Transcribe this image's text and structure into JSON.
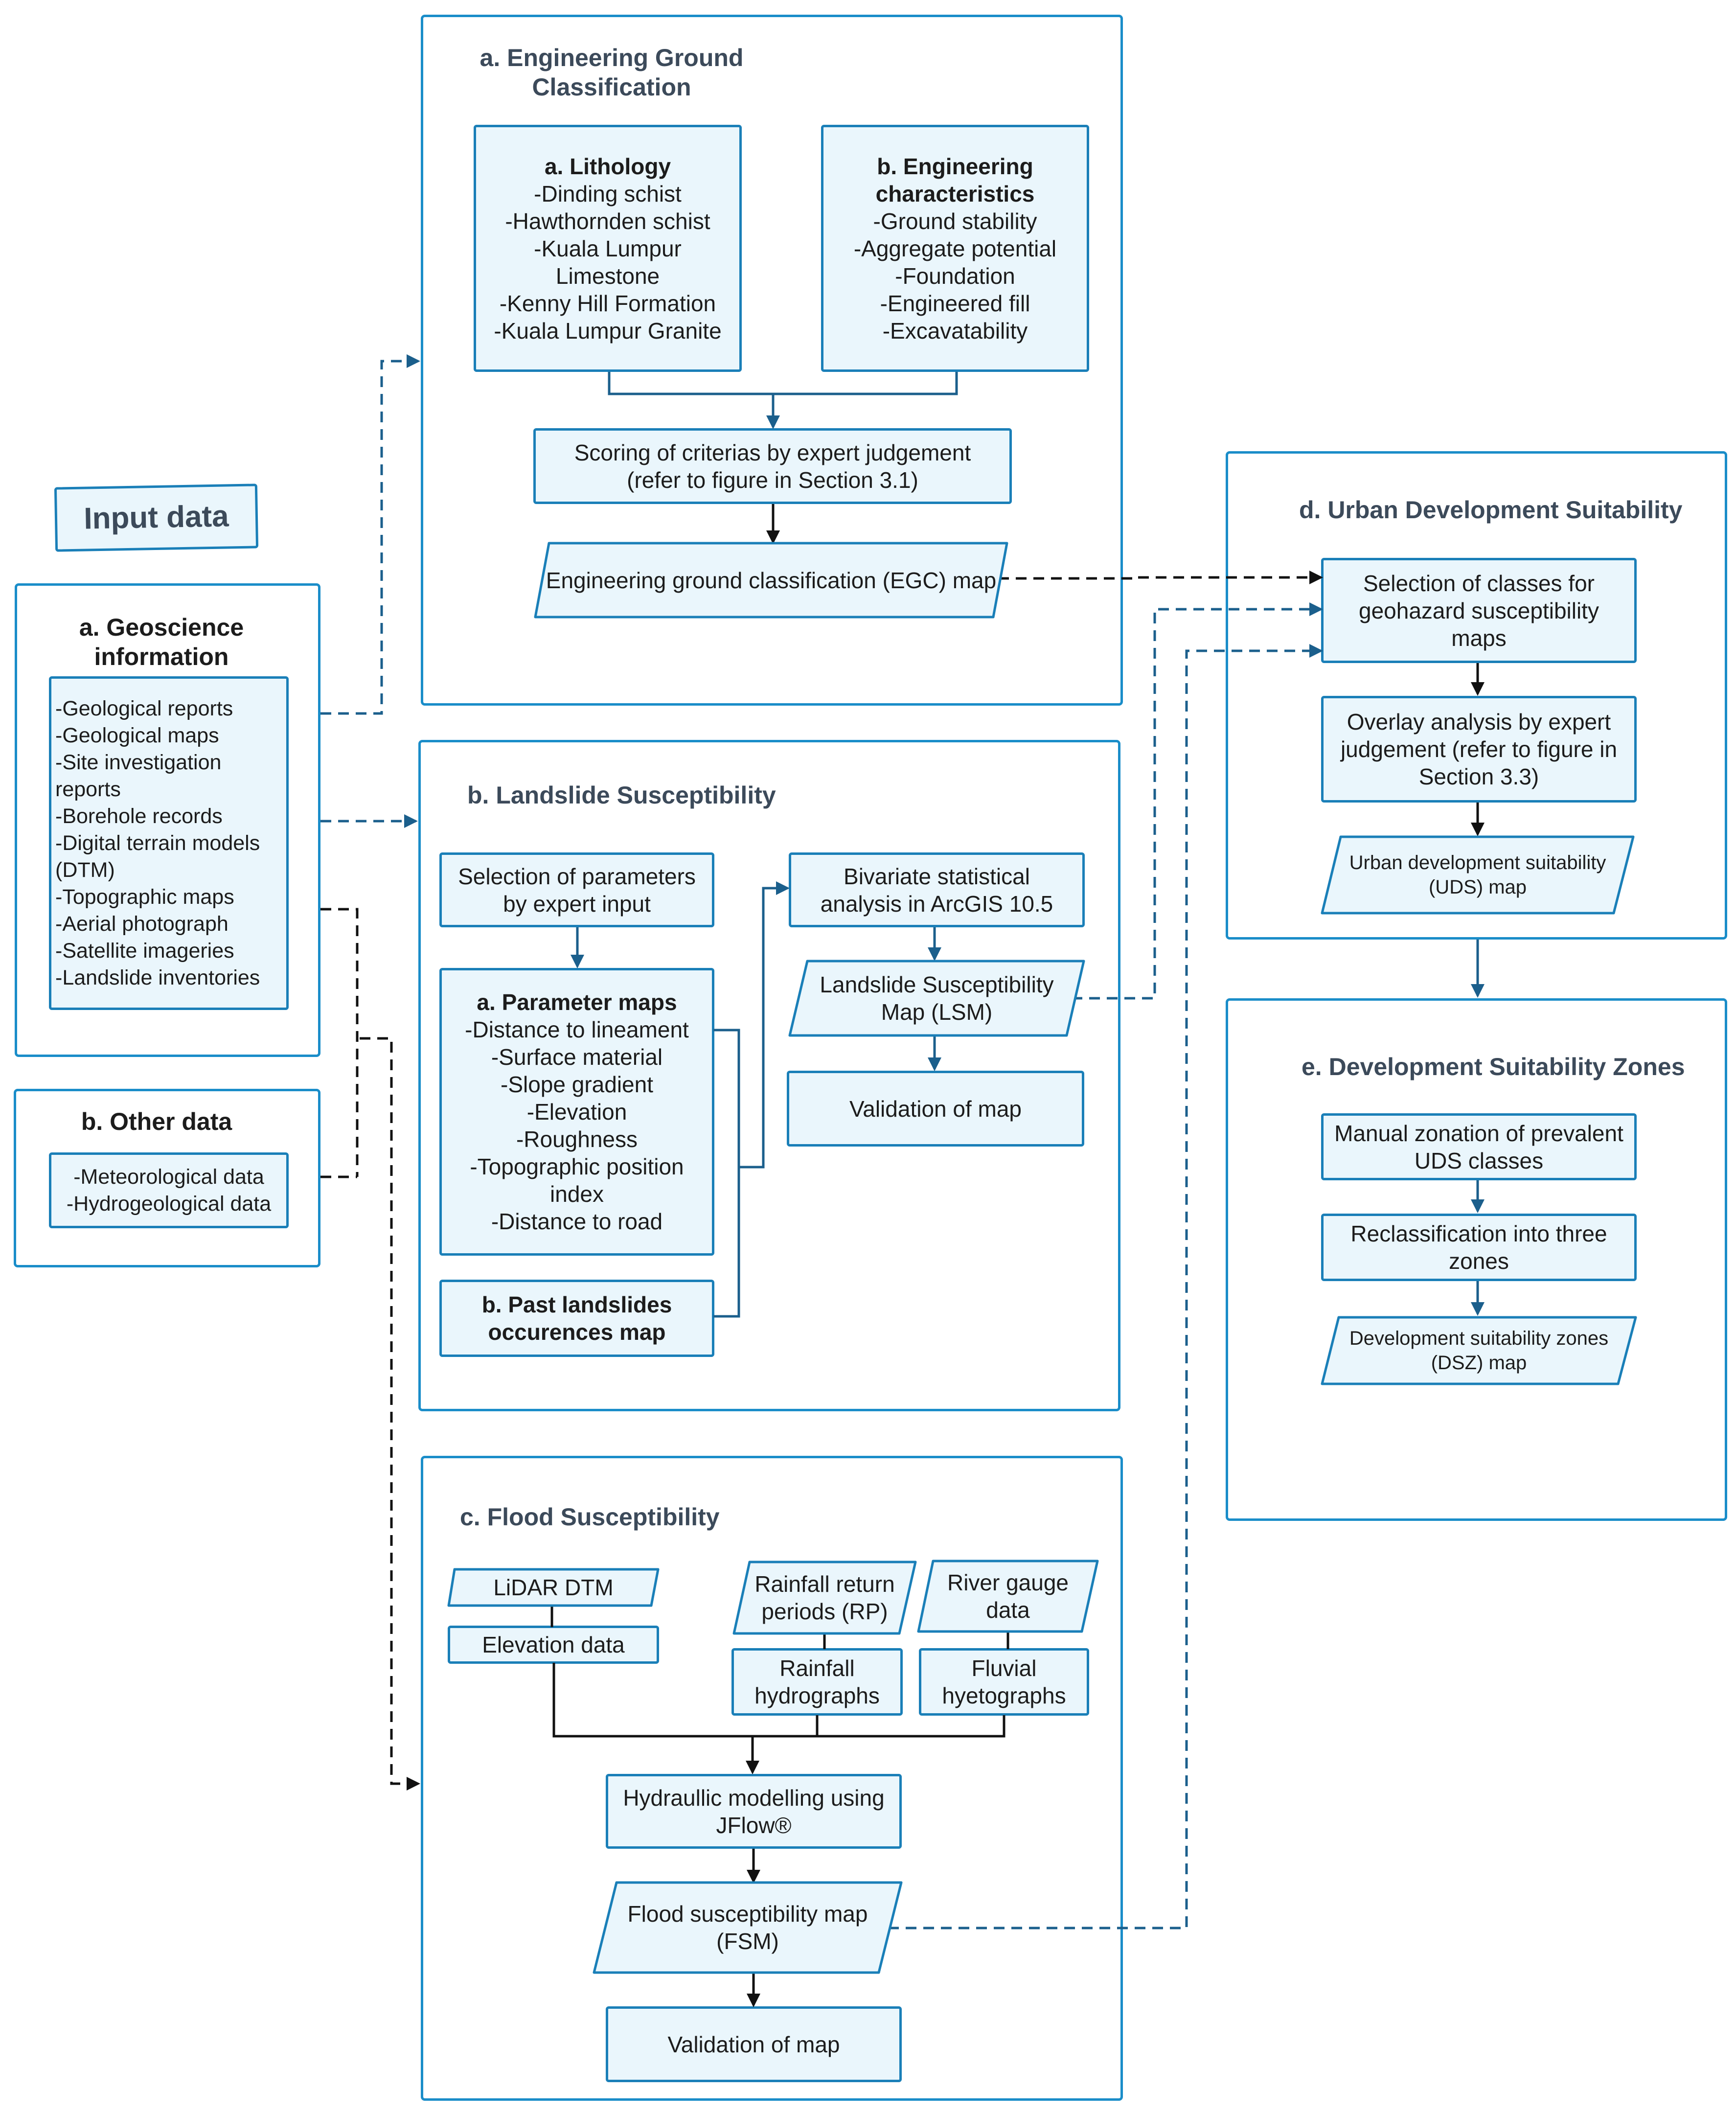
{
  "input": {
    "title": "Input data",
    "geoscience": {
      "title": "a. Geoscience information",
      "items": [
        "-Geological reports",
        "-Geological maps",
        "-Site investigation",
        "reports",
        "-Borehole records",
        "-Digital terrain models",
        "(DTM)",
        "-Topographic maps",
        "-Aerial photograph",
        "-Satellite imageries",
        "-Landslide inventories"
      ]
    },
    "other": {
      "title": "b. Other data",
      "items": [
        "-Meteorological data",
        "-Hydrogeological data"
      ]
    }
  },
  "egc": {
    "title": "a. Engineering Ground Classification",
    "lithology": {
      "title": "a. Lithology",
      "items": [
        "-Dinding schist",
        "-Hawthornden schist",
        "-Kuala Lumpur",
        "Limestone",
        "-Kenny Hill Formation",
        "-Kuala Lumpur Granite"
      ]
    },
    "engineering": {
      "title": "b. Engineering characteristics",
      "items": [
        "-Ground stability",
        "-Aggregate potential",
        "-Foundation",
        "-Engineered fill",
        "-Excavatability"
      ]
    },
    "scoring": [
      "Scoring of criterias by expert judgement",
      "(refer to figure in Section 3.1)"
    ],
    "map": "Engineering ground classification (EGC) map"
  },
  "landslide": {
    "title": "b. Landslide Susceptibility",
    "selection": [
      "Selection of parameters",
      "by expert input"
    ],
    "parameter_maps": {
      "title": "a. Parameter maps",
      "items": [
        "-Distance to lineament",
        "-Surface material",
        "-Slope gradient",
        "-Elevation",
        "-Roughness",
        "-Topographic position",
        "index",
        "-Distance to road"
      ]
    },
    "past": [
      "b. Past landslides",
      "occurences map"
    ],
    "bivariate": [
      "Bivariate statistical",
      "analysis in ArcGIS 10.5"
    ],
    "lsm": [
      "Landslide Susceptibility",
      "Map (LSM)"
    ],
    "validation": "Validation of map"
  },
  "flood": {
    "title": "c. Flood Susceptibility",
    "lidar": "LiDAR DTM",
    "elevation": "Elevation data",
    "rainfall_rp": [
      "Rainfall return",
      "periods (RP)"
    ],
    "river_gauge": [
      "River gauge",
      "data"
    ],
    "rainfall_hydro": [
      "Rainfall",
      "hydrographs"
    ],
    "fluvial": [
      "Fluvial",
      "hyetographs"
    ],
    "hydraulic": [
      "Hydraullic modelling using",
      "JFlow®"
    ],
    "fsm": [
      "Flood susceptibility map",
      "(FSM)"
    ],
    "validation": "Validation of map"
  },
  "urban": {
    "title": "d. Urban Development Suitability",
    "selection": [
      "Selection of classes for",
      "geohazard susceptibility",
      "maps"
    ],
    "overlay": [
      "Overlay analysis by expert",
      "judgement (refer to figure in",
      "Section 3.3)"
    ],
    "uds": [
      "Urban development suitability",
      "(UDS) map"
    ]
  },
  "dsz": {
    "title": "e. Development Suitability Zones",
    "manual": [
      "Manual zonation of prevalent",
      "UDS classes"
    ],
    "reclass": [
      "Reclassification into three",
      "zones"
    ],
    "dsz_map": [
      "Development suitability zones",
      "(DSZ) map"
    ]
  },
  "colors": {
    "border": "#1a8dc9",
    "fill": "#eaf6fc",
    "dashed_blue": "#1b5f8c",
    "title": "#3c4a5a"
  }
}
